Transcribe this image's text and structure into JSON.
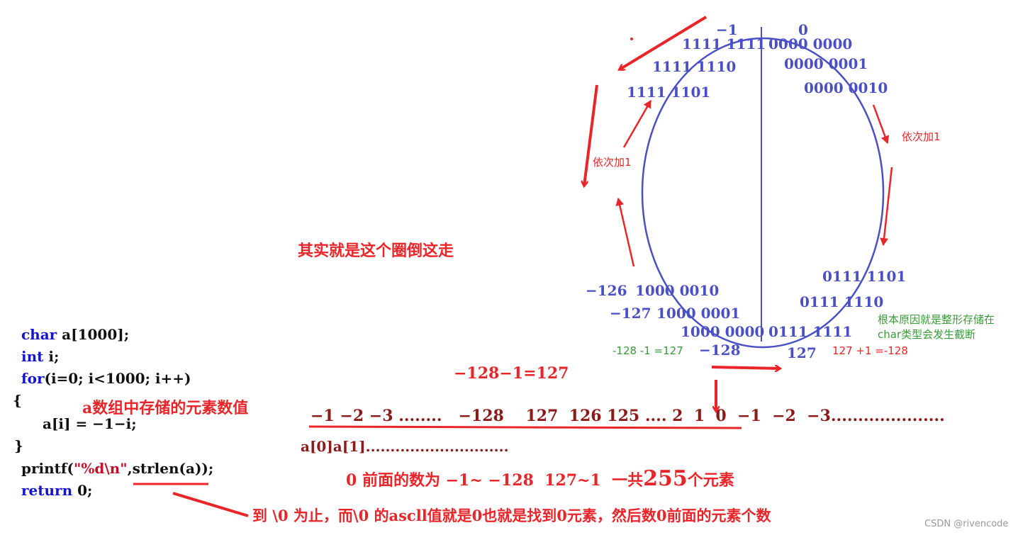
{
  "circle": {
    "top_labels": {
      "minus1": "−1",
      "zero": "0"
    },
    "left_binary": [
      "1111 1111",
      "1111 1110",
      "1111 1101"
    ],
    "right_binary": [
      "0000 0000",
      "0000 0001",
      "0000 0010"
    ],
    "bottom_left": [
      {
        "num": "−126",
        "bin": "1000 0010"
      },
      {
        "num": "−127",
        "bin": "1000 0001"
      }
    ],
    "bottom_center_left": "1000 0000",
    "bottom_center_right": "0111 1111",
    "bottom_right_binary": [
      "0111 1101",
      "0111 1110"
    ],
    "min_label": "−128",
    "max_label": "127",
    "inc_left": "依次加1",
    "inc_right": "依次加1",
    "note_green_left": "-128 -1 =127",
    "note_red_right": "127 +1 =-128",
    "root_cause": [
      "根本原因就是整形存储在",
      "char类型会发生截断"
    ],
    "colors": {
      "circle": "#4a4fc4",
      "arrow": "#e8262a",
      "green": "#3a9a3a",
      "maroon": "#8b1a1a"
    }
  },
  "explain_circle": "其实就是这个圈倒这走",
  "overflow_eq": "−128−1=127",
  "sequence": "−1 −2 −3 ........   −128    127  126 125 .... 2  1  0  −1  −2  −3.....................",
  "index_row": "a[0]a[1].............................",
  "count_note_prefix": "0 前面的数为 −1~ −128  127~1  一共",
  "count_value": "255",
  "count_note_suffix": "个元素",
  "strlen_note": "到 \\0 为止，而\\0 的ascll值就是0也就是找到0元素，然后数0前面的元素个数",
  "array_note": "a数组中存储的元素数值",
  "code": {
    "l1_kw": "char",
    "l1_rest": " a[1000];",
    "l2_kw": "int",
    "l2_rest": " i;",
    "l3_kw": "for",
    "l3_rest": "(i=0; i<1000; i++)",
    "l4": "{",
    "l5": "a[i] = −1−i;",
    "l6": "}",
    "l7_a": "printf(",
    "l7_str": "\"%d\\n\"",
    "l7_b": ",strlen(a));",
    "l8_kw": "return",
    "l8_rest": " 0;"
  },
  "watermark": "CSDN @rivencode"
}
